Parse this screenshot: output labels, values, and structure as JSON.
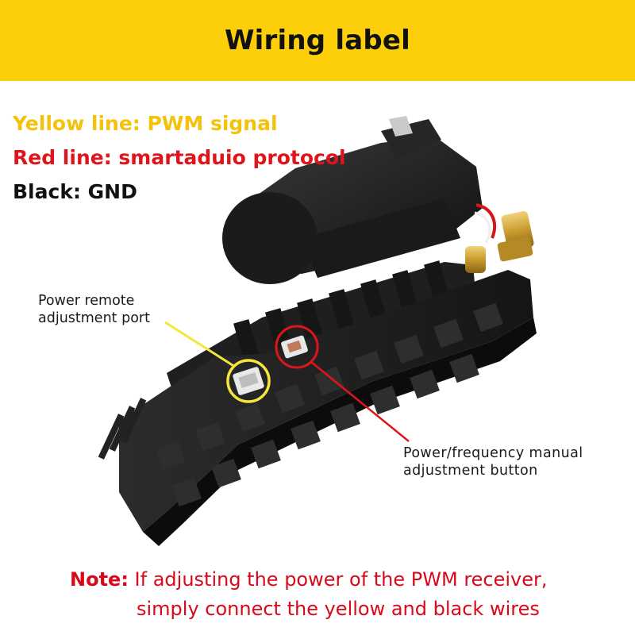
{
  "banner": {
    "title": "Wiring label"
  },
  "wires": [
    {
      "text": "Yellow line: PWM signal",
      "color": "#f4c20d"
    },
    {
      "text": "Red line: smartaduio protocol",
      "color": "#e0141b"
    },
    {
      "text": "Black: GND",
      "color": "#111111"
    }
  ],
  "callouts": {
    "port": {
      "line1": "Power remote",
      "line2": "adjustment port",
      "ring_color": "#f5e63a"
    },
    "button": {
      "line1": "Power/frequency manual",
      "line2": "adjustment button",
      "ring_color": "#e0141b"
    }
  },
  "note": {
    "prefix": "Note:",
    "line1": " If adjusting the power of the PWM receiver,",
    "line2": "simply connect the yellow and black wires",
    "color": "#d8091a"
  },
  "photo": {
    "subject": "video-transmitter-module",
    "icons": [
      "cooling-fan-icon",
      "heatsink-icon",
      "antenna-connector-icon"
    ]
  }
}
